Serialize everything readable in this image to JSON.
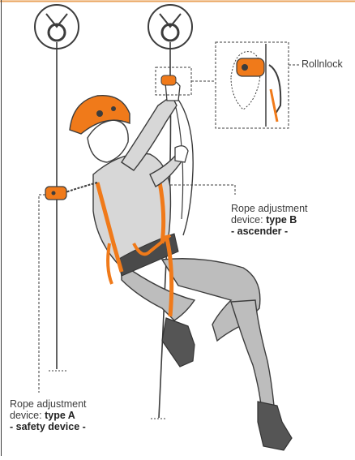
{
  "labels": {
    "rollnlock": "Rollnlock",
    "type_b": {
      "line1": "Rope adjustment",
      "line2_prefix": "device: ",
      "line2_bold": "type B",
      "line3": "- ascender -"
    },
    "type_a": {
      "line1": "Rope adjustment",
      "line2_prefix": "device: ",
      "line2_bold": "type A",
      "line3": "- safety device -"
    }
  },
  "colors": {
    "accent": "#f07a1a",
    "frame": "#e9a25a",
    "line": "#3c3c3c",
    "shirt": "#d7d7d7",
    "pants": "#bdbdbd",
    "harness": "#4a4a4a",
    "skin": "#ffffff"
  }
}
